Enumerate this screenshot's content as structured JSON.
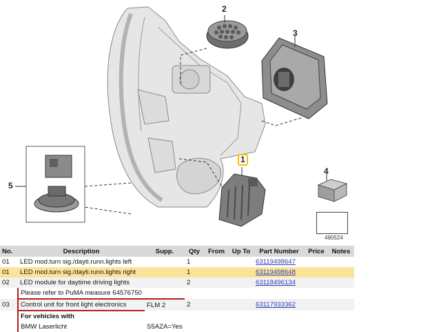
{
  "callouts": {
    "c1": "1",
    "c2": "2",
    "c3": "3",
    "c4": "4",
    "c5": "5"
  },
  "image_ref": "490524",
  "table": {
    "headers": [
      "No.",
      "Description",
      "Supp.",
      "Qty",
      "From",
      "Up To",
      "Part Number",
      "Price",
      "Notes"
    ],
    "rows": [
      {
        "no": "01",
        "desc": "LED mod.turn sig./dayti.runn.lights left",
        "supp": "",
        "qty": "1",
        "from": "",
        "upto": "",
        "part": "63119498647",
        "price": "",
        "notes": ""
      },
      {
        "no": "01",
        "desc": "LED mod.turn sig./dayti.runn.lights right",
        "supp": "",
        "qty": "1",
        "from": "",
        "upto": "",
        "part": "63119498648",
        "price": "",
        "notes": ""
      },
      {
        "no": "02",
        "desc": "LED module for daytime driving lights",
        "supp": "",
        "qty": "2",
        "from": "",
        "upto": "",
        "part": "63118496134",
        "price": "",
        "notes": ""
      },
      {
        "no": "",
        "desc": "Please refer to PuMA measure 64576750",
        "supp": "",
        "qty": "",
        "from": "",
        "upto": "",
        "part": "",
        "price": "",
        "notes": ""
      },
      {
        "no": "03",
        "desc": "Control unit for front light electronics",
        "supp": "FLM 2",
        "qty": "2",
        "from": "",
        "upto": "",
        "part": "63117933362",
        "price": "",
        "notes": ""
      },
      {
        "no": "",
        "desc": "For vehicles with",
        "supp": "",
        "qty": "",
        "from": "",
        "upto": "",
        "part": "",
        "price": "",
        "notes": ""
      },
      {
        "no": "",
        "desc": "BMW Laserlicht",
        "supp": "S5AZA=Yes",
        "qty": "",
        "from": "",
        "upto": "",
        "part": "",
        "price": "",
        "notes": ""
      }
    ]
  }
}
